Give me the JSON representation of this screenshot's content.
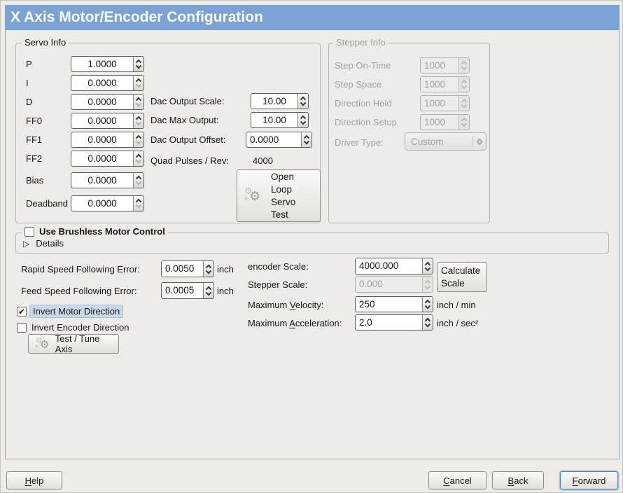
{
  "window": {
    "title": "X Axis Motor/Encoder Configuration"
  },
  "colors": {
    "titlebar_blue": "#7BA2D4",
    "focus_highlight": "#C9D8EB"
  },
  "servo_info": {
    "title": "Servo Info",
    "pid_fields": [
      {
        "label": "P",
        "value": "1.0000"
      },
      {
        "label": "I",
        "value": "0.0000"
      },
      {
        "label": "D",
        "value": "0.0000"
      },
      {
        "label": "FF0",
        "value": "0.0000"
      },
      {
        "label": "FF1",
        "value": "0.0000"
      },
      {
        "label": "FF2",
        "value": "0.0000"
      },
      {
        "label": "Bias",
        "value": "0.0000"
      },
      {
        "label": "Deadband",
        "value": "0.0000"
      }
    ],
    "dac_fields": [
      {
        "label": "Dac Output Scale:",
        "value": "10.00"
      },
      {
        "label": "Dac Max Output:",
        "value": "10.00"
      },
      {
        "label": "Dac Output Offset:",
        "value": "0.0000"
      }
    ],
    "quad_pulses": {
      "label": "Quad Pulses / Rev:",
      "value": "4000"
    },
    "open_loop_button": "Open\nLoop\nServo\nTest"
  },
  "stepper_info": {
    "title": "Stepper Info",
    "fields": [
      {
        "label": "Step On-Time",
        "value": "1000"
      },
      {
        "label": "Step Space",
        "value": "1000"
      },
      {
        "label": "Direction Hold",
        "value": "1000"
      },
      {
        "label": "Direction Setup",
        "value": "1000"
      }
    ],
    "driver_type": {
      "label": "Driver Type:",
      "value": "Custom"
    }
  },
  "brushless": {
    "checkbox_label": "Use Brushless Motor Control",
    "details_label": "Details"
  },
  "following_error": {
    "rapid": {
      "label": "Rapid Speed Following Error:",
      "value": "0.0050",
      "unit": "inch"
    },
    "feed": {
      "label": "Feed Speed Following Error:",
      "value": "0.0005",
      "unit": "inch"
    }
  },
  "scaling": {
    "encoder": {
      "label": "encoder Scale:",
      "value": "4000.000"
    },
    "stepper": {
      "label": "Stepper Scale:",
      "value": "0.000"
    },
    "calculate_button": "Calculate\nScale",
    "velocity": {
      "label_pre": "Maximum ",
      "label_key": "V",
      "label_post": "elocity:",
      "value": "250",
      "unit": "inch / min"
    },
    "acceleration": {
      "label_pre": "Maximum ",
      "label_key": "A",
      "label_post": "cceleration:",
      "value": "2.0",
      "unit": "inch / sec²"
    }
  },
  "direction": {
    "invert_motor_label": "Invert Motor Direction",
    "invert_encoder_label": "Invert Encoder Direction",
    "test_tune_button": "Test / Tune Axis"
  },
  "icons": {
    "gear": "⚙",
    "sparkle": "✳",
    "expander": "▷",
    "check": "✔"
  },
  "actions": {
    "help": {
      "key": "H",
      "post": "elp"
    },
    "cancel": {
      "key": "C",
      "post": "ancel"
    },
    "back": {
      "key": "B",
      "post": "ack"
    },
    "forward": {
      "key": "F",
      "post": "orward"
    }
  }
}
